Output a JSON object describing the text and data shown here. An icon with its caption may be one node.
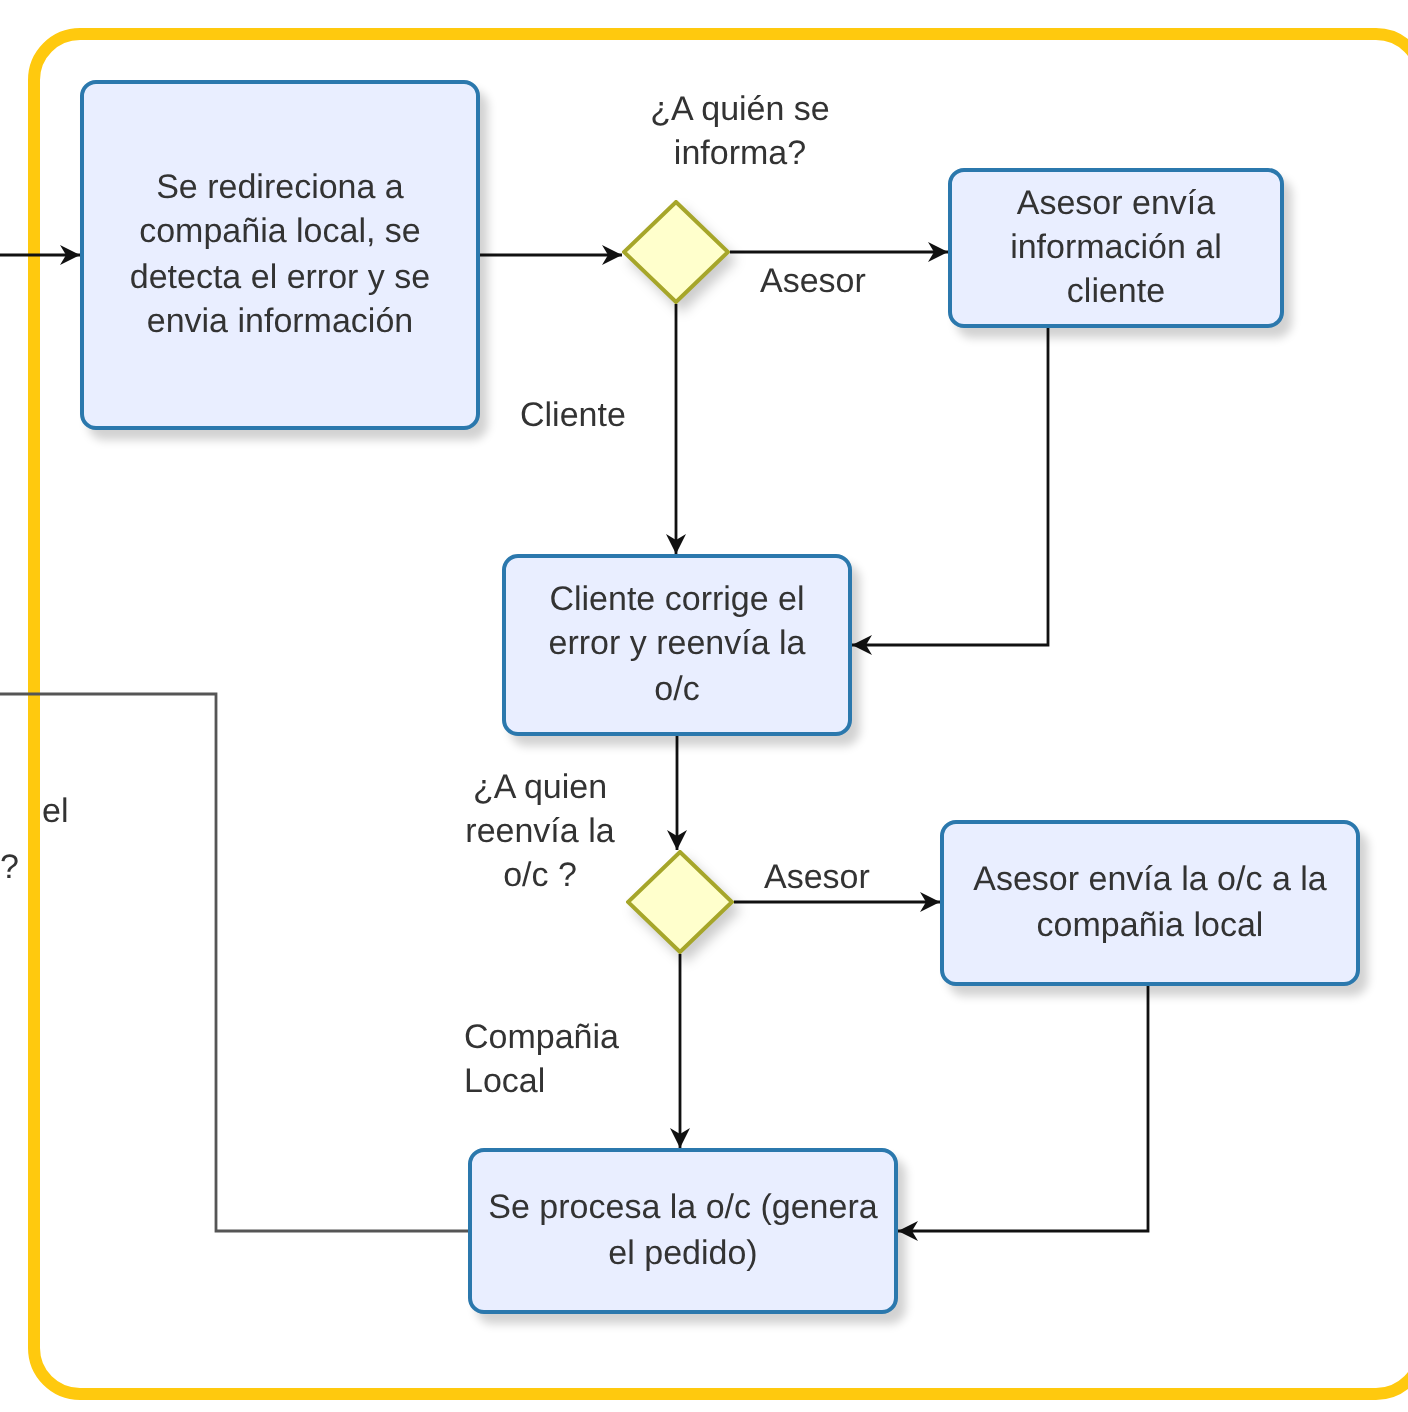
{
  "diagram": {
    "nodes": [
      {
        "text": [
          "Se redireciona a compañia local, se detecta el error y se envia información"
        ]
      },
      {
        "text": [],
        "shape": "diamond",
        "beside": [
          "¿A quién se informa?"
        ]
      },
      {
        "text": [
          "Asesor envía información al cliente"
        ]
      },
      {
        "text": [
          "Cliente corrige el error y reenvía la o/c"
        ]
      },
      {
        "text": [],
        "shape": "diamond",
        "beside": [
          "¿A quien reenvía la o/c ?"
        ]
      },
      {
        "text": [
          "Asesor envía la o/c a la compañia local"
        ]
      },
      {
        "text": [
          "Se procesa la o/c (genera el pedido)"
        ]
      }
    ],
    "edges": [
      {
        "from": null,
        "to": 0,
        "arrow": "to"
      },
      {
        "from": 0,
        "to": 1,
        "arrow": "to"
      },
      {
        "from": 1,
        "to": 2,
        "arrow": "to",
        "label": "Asesor"
      },
      {
        "from": 1,
        "to": 3,
        "arrow": "to",
        "label": "Cliente"
      },
      {
        "from": 2,
        "to": 3,
        "arrow": "to"
      },
      {
        "from": 3,
        "to": 4,
        "arrow": "to"
      },
      {
        "from": 4,
        "to": 5,
        "arrow": "to",
        "label": "Asesor"
      },
      {
        "from": 4,
        "to": 6,
        "arrow": "to",
        "label": "Compañia Local"
      },
      {
        "from": 5,
        "to": 6,
        "arrow": "to"
      },
      {
        "from": 6,
        "to": null,
        "arrow": "none",
        "color": "#555555"
      }
    ],
    "labels": [
      "el",
      "?"
    ]
  }
}
